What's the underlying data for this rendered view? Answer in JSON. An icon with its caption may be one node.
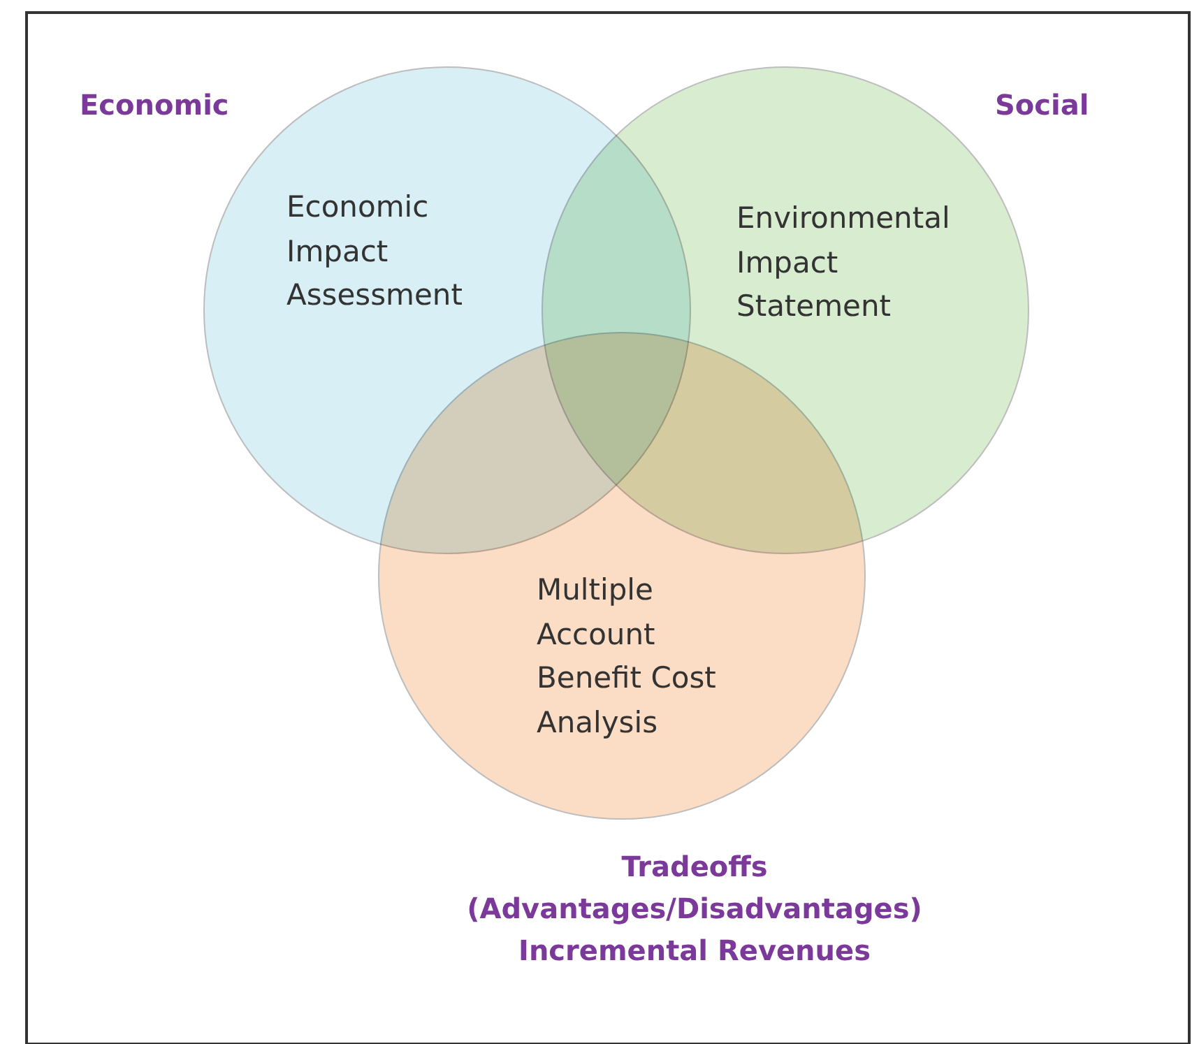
{
  "diagram": {
    "nodes": [
      {
        "text": [
          "Economic",
          "Economic Impact Assessment"
        ]
      },
      {
        "text": [
          "Social",
          "Environmental Impact Statement"
        ]
      },
      {
        "text": [
          "Multiple Account Benefit Cost Analysis",
          "Tradeoffs (Advantages/Disadvantages) Incremental Revenues"
        ]
      }
    ],
    "edges": []
  }
}
